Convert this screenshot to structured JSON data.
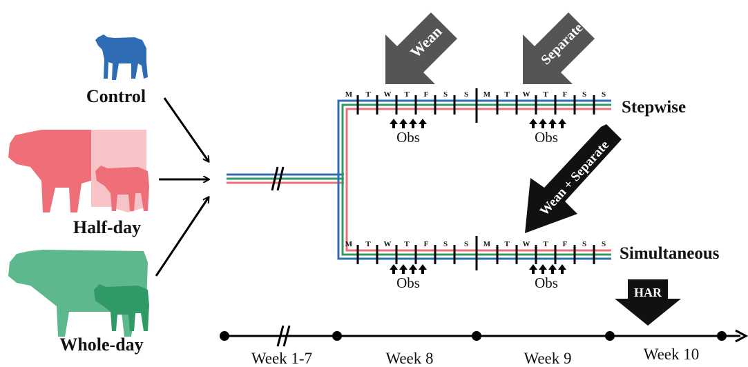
{
  "groups": {
    "control": "Control",
    "half_day": "Half-day",
    "whole_day": "Whole-day"
  },
  "treatments": {
    "stepwise": "Stepwise",
    "simultaneous": "Simultaneous"
  },
  "events": {
    "wean": "Wean",
    "separate": "Separate",
    "wean_separate": "Wean + Separate",
    "har": "HAR"
  },
  "obs_label": "Obs",
  "days": [
    "M",
    "T",
    "W",
    "T",
    "F",
    "S",
    "S",
    "M",
    "T",
    "W",
    "T",
    "F",
    "S",
    "S"
  ],
  "timeline": {
    "week_1_7": "Week 1-7",
    "week_8": "Week 8",
    "week_9": "Week 9",
    "week_10": "Week 10"
  },
  "colors": {
    "control": "#2e6db4",
    "half_day": "#ef6f78",
    "whole_day": "#2f9a66",
    "whole_day_light": "#5db88e",
    "half_day_light": "#f6c3c6",
    "event_arrow": "#555555",
    "black_arrow": "#111111"
  },
  "icons": {
    "calf": "calf-icon",
    "cow": "cow-icon"
  }
}
